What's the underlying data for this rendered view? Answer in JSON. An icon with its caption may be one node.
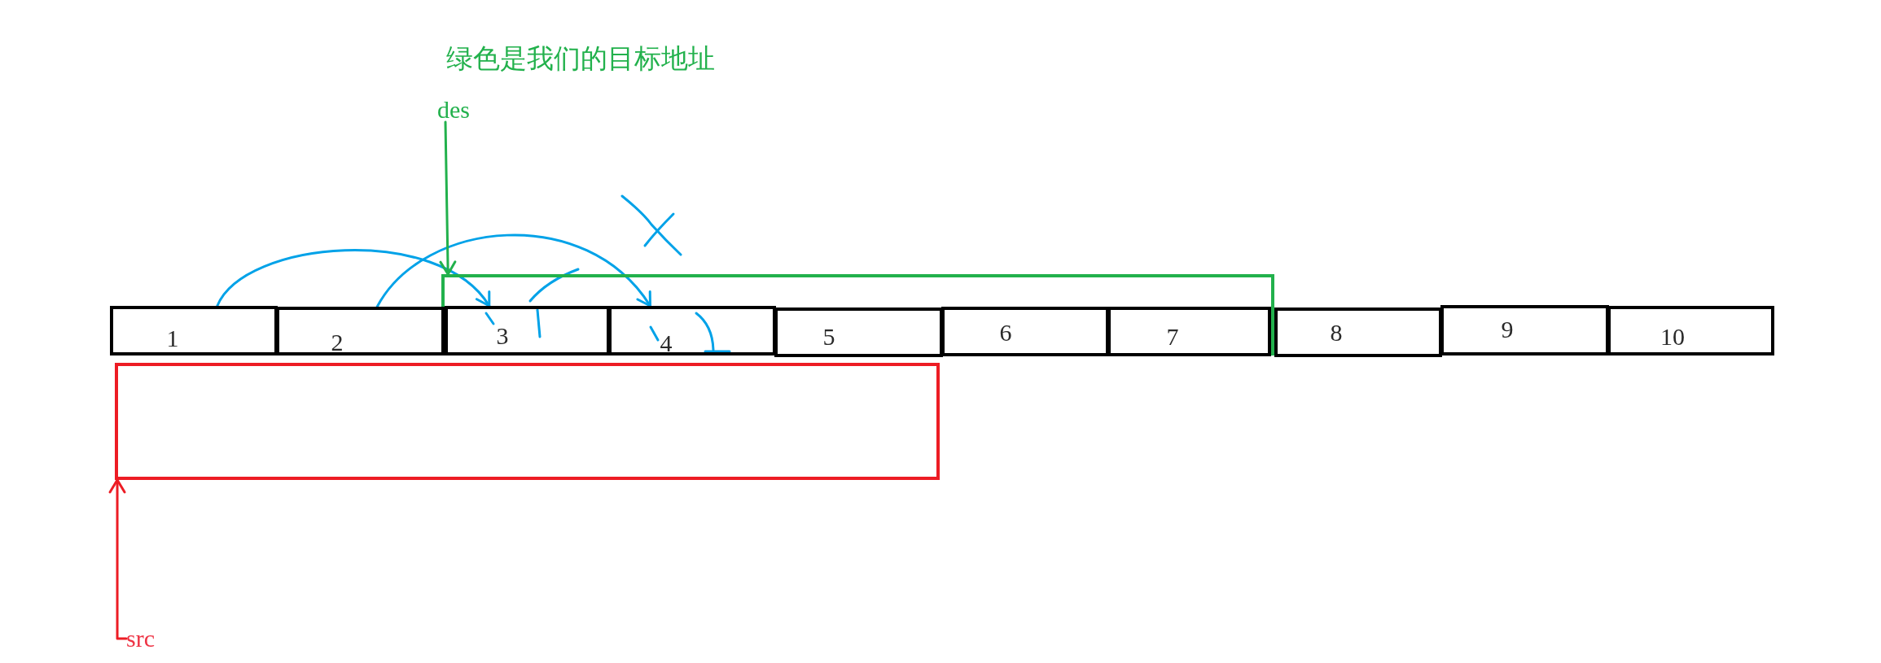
{
  "diagram": {
    "nodes": [
      {
        "text": [
          "des"
        ]
      },
      {
        "text": [],
        "shape": "bracket"
      },
      {
        "text": [
          "1"
        ]
      },
      {
        "text": [
          "2"
        ]
      },
      {
        "text": [
          "3"
        ],
        "in": 1
      },
      {
        "text": [
          "4"
        ],
        "in": 1
      },
      {
        "text": [
          "5"
        ],
        "in": 1
      },
      {
        "text": [
          "6"
        ],
        "in": 1
      },
      {
        "text": [
          "7"
        ],
        "in": 1
      },
      {
        "text": [
          "8"
        ]
      },
      {
        "text": [
          "9"
        ]
      },
      {
        "text": [
          "10"
        ]
      },
      {
        "text": [],
        "shape": "box"
      },
      {
        "text": [
          "src"
        ]
      }
    ],
    "edges": [
      {
        "from": 2,
        "to": 4,
        "arrow": "to",
        "color": "#00a2e8"
      },
      {
        "from": 3,
        "to": 5,
        "arrow": "to",
        "color": "#00a2e8"
      },
      {
        "from": 0,
        "to": 1,
        "arrow": "to",
        "color": "#22b14c"
      },
      {
        "from": 13,
        "to": 12,
        "arrow": "to",
        "color": "#ed1c24"
      }
    ],
    "labels": [
      "绿色是我们的目标地址"
    ]
  }
}
